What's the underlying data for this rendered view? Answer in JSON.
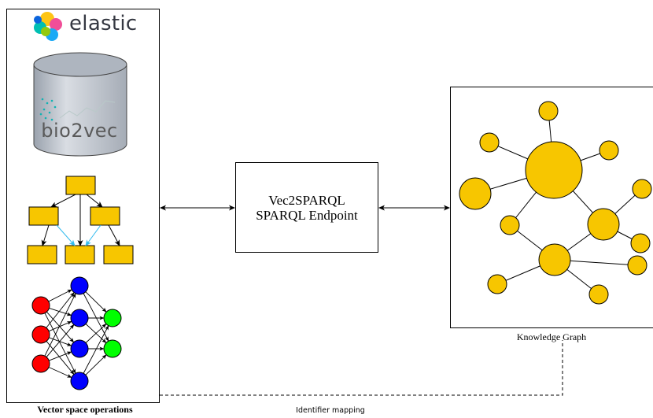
{
  "left_panel": {
    "caption": "Vector space operations",
    "logo_text": "elastic",
    "database_text": "bio2vec"
  },
  "endpoint": {
    "line1": "Vec2SPARQL",
    "line2": "SPARQL Endpoint"
  },
  "knowledge_graph": {
    "caption": "Knowledge Graph"
  },
  "mapping": {
    "caption": "Identifier mapping"
  },
  "colors": {
    "node_fill": "#f7c600",
    "node_stroke": "#000000",
    "tree_box_fill": "#f7c600",
    "cyan_arrow": "#33bbee",
    "nn_input": "#ff0000",
    "nn_hidden": "#0000ff",
    "nn_output": "#00ff00",
    "cylinder_fill": "#c9ced6"
  }
}
